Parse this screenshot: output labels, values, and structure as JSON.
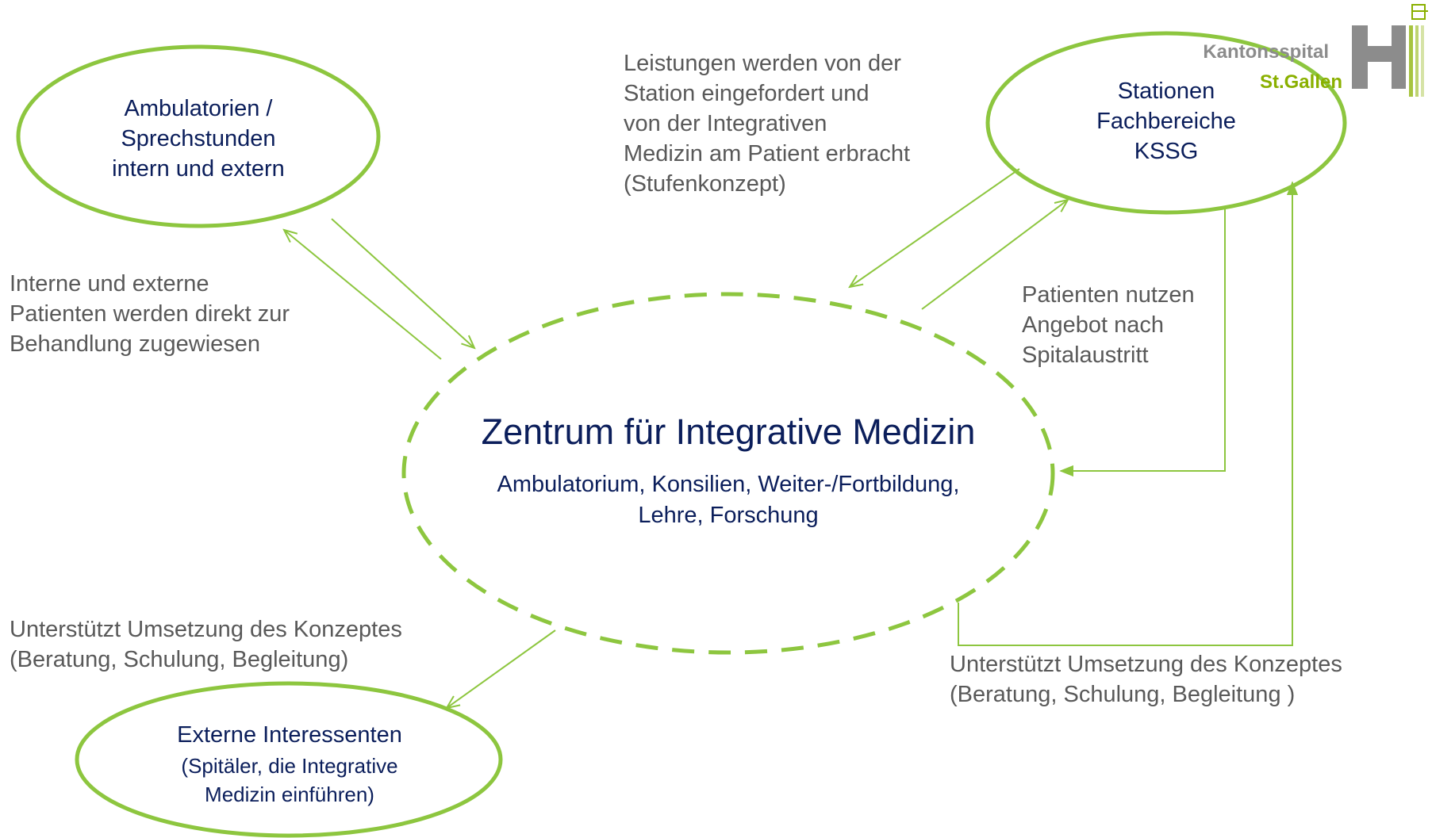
{
  "logo": {
    "line1": "Kantonsspital",
    "line2": "St.Gallen",
    "color_gray": "#8c8c8c",
    "color_green": "#8ab000"
  },
  "colors": {
    "accent_green": "#8dc63f",
    "navy_text": "#0b1e5b",
    "gray_text": "#595959"
  },
  "center": {
    "title": "Zentrum für Integrative Medizin",
    "subtitle": "Ambulatorium, Konsilien, Weiter-/Fortbildung,\nLehre, Forschung"
  },
  "nodes": {
    "ambulatorien": "Ambulatorien /\nSprechstunden\nintern und extern",
    "stationen": "Stationen\nFachbereiche\nKSSG",
    "externe_title": "Externe Interessenten",
    "externe_sub": "(Spitäler, die Integrative\nMedizin einführen)"
  },
  "annotations": {
    "leistungen": "Leistungen werden von der\nStation eingefordert und\nvon der Integrativen\nMedizin am Patient erbracht\n(Stufenkonzept)",
    "interne": "Interne und externe\nPatienten werden direkt zur\nBehandlung zugewiesen",
    "patienten_nutzen": "Patienten nutzen\nAngebot nach\nSpitalaustritt",
    "unterstuetzt_left": "Unterstützt Umsetzung des Konzeptes\n(Beratung, Schulung, Begleitung)",
    "unterstuetzt_right": "Unterstützt Umsetzung des Konzeptes\n(Beratung, Schulung, Begleitung )"
  }
}
